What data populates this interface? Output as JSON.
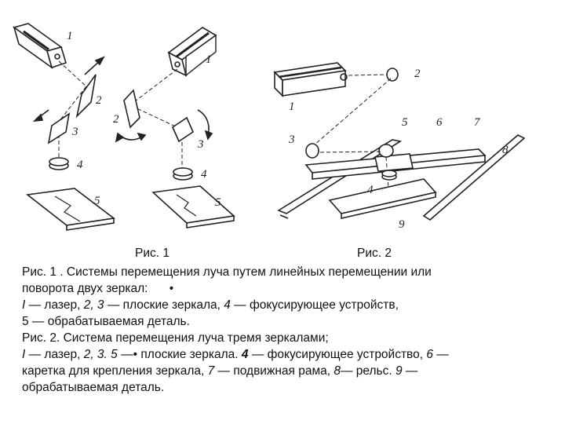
{
  "figure_labels": {
    "fig1": [
      "1",
      "2",
      "3",
      "4",
      "5"
    ],
    "fig2_left": [
      "2",
      "1",
      "3",
      "4",
      "5"
    ],
    "fig2_right": [
      "1",
      "2",
      "3",
      "5",
      "6",
      "7",
      "8",
      "4",
      "9"
    ]
  },
  "captions": {
    "fig1": "Рис. 1",
    "fig2": "Рис. 2"
  },
  "description": {
    "line1": "Рис. 1 . Системы перемещения луча путем линейных перемещении или",
    "line2": "поворота двух зеркал:",
    "line2_dot": "•",
    "line3_a": "I",
    "line3_b": " — лазер, ",
    "line3_c": "2, 3",
    "line3_d": " — плоские зеркала, ",
    "line3_e": "4",
    "line3_f": " — фокусирующее устройств,",
    "line4": "5 — обрабатываемая деталь.",
    "line5": "Рис. 2. Система перемещения луча тремя зеркалами;",
    "line6_a": "I",
    "line6_b": " — лазер, ",
    "line6_c": "2, 3. 5",
    "line6_d": " —• плоские зеркала. ",
    "line6_e": "4",
    "line6_f": " — фокусирующее устройство, ",
    "line6_g": "6",
    "line6_h": " —",
    "line7_a": "каретка для крепления зеркала, ",
    "line7_b": "7",
    "line7_c": " — подвижная рама, ",
    "line7_d": "8",
    "line7_e": "— рельс. ",
    "line7_f": "9",
    "line7_g": " —",
    "line8": "обрабатываемая деталь."
  }
}
